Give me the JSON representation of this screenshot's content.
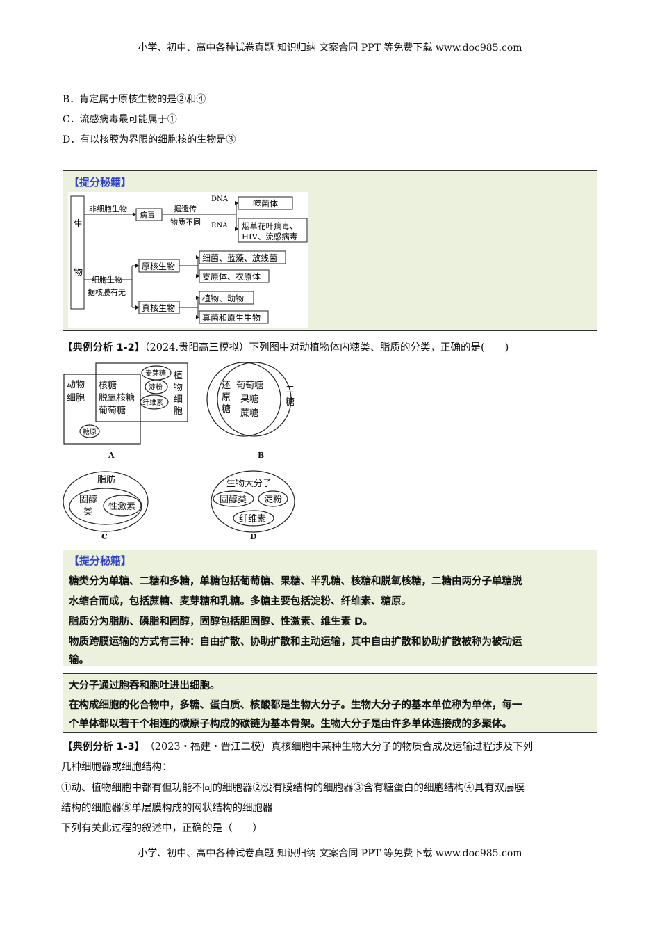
{
  "header": "小学、初中、高中各种试卷真题 知识归纳 文案合同 PPT 等免费下载   www.doc985.com",
  "footer": "小学、初中、高中各种试卷真题 知识归纳 文案合同 PPT 等免费下载   www.doc985.com",
  "options_prev": [
    "B．肯定属于原核生物的是②和④",
    "C．流感病毒最可能属于①",
    "D．有以核膜为界限的细胞核的生物是③"
  ],
  "tip1": {
    "title": "【提分秘籍】",
    "diagram": {
      "root": "生物",
      "non_cell": "非细胞生物",
      "virus": "病毒",
      "by_genetic": "据遗传",
      "by_genetic2": "物质不同",
      "dna": "DNA",
      "rna": "RNA",
      "phage": "噬菌体",
      "rna_virus1": "烟草花叶病毒、",
      "rna_virus2": "HIV、流感病毒",
      "cell": "细胞生物",
      "by_membrane": "据核膜有无",
      "prokaryote": "原核生物",
      "pro_items1": "细菌、蓝藻、放线菌",
      "pro_items2": "支原体、衣原体",
      "eukaryote": "真核生物",
      "euk_items1": "植物、动物",
      "euk_items2": "真菌和原生生物"
    }
  },
  "q12": {
    "head": "【典例分析 1-2】",
    "text": "（2024.贵阳高三模拟）下列图中对动植物体内糖类、脂质的分类，正确的是(　　)"
  },
  "figA": {
    "animal1": "动物",
    "animal2": "细胞",
    "shared1": "核糖",
    "shared2": "脱氧核糖",
    "shared3": "葡萄糖",
    "plant1": "植",
    "plant2": "物",
    "plant3": "细",
    "plant4": "胞",
    "maltose": "麦芽糖",
    "starch": "淀粉",
    "cellulose": "纤维素",
    "glycogen": "糖原",
    "label": "A"
  },
  "figB": {
    "left1": "还",
    "left2": "原",
    "left3": "糖",
    "mid1": "葡萄糖",
    "mid2": "果糖",
    "mid3": "蔗糖",
    "right1": "二",
    "right2": "糖",
    "label": "B"
  },
  "figC": {
    "outer": "脂肪",
    "sterol1": "固醇",
    "sterol2": "类",
    "sex": "性激素",
    "label": "C"
  },
  "figD": {
    "outer": "生物大分子",
    "sterol": "固醇类",
    "starch": "淀粉",
    "cellulose": "纤维素",
    "label": "D"
  },
  "tip2": {
    "title": "【提分秘籍】",
    "lines": [
      "糖类分为单糖、二糖和多糖，单糖包括葡萄糖、果糖、半乳糖、核糖和脱氧核糖，二糖由两分子单糖脱",
      "水缩合而成，包括蔗糖、麦芽糖和乳糖。多糖主要包括淀粉、纤维素、糖原。",
      "脂质分为脂肪、磷脂和固醇，固醇包括胆固醇、性激素、维生素 D。",
      "物质跨膜运输的方式有三种：自由扩散、协助扩散和主动运输，其中自由扩散和协助扩散被称为被动运",
      "输。"
    ]
  },
  "tip3": {
    "lines": [
      "大分子通过胞吞和胞吐进出细胞。",
      "在构成细胞的化合物中，多糖、蛋白质、核酸都是生物大分子。生物大分子的基本单位称为单体，每一",
      "个单体都以若干个相连的碳原子构成的碳链为基本骨架。生物大分子是由许多单体连接成的多聚体。"
    ]
  },
  "q13": {
    "head": "【典例分析 1-3】",
    "line1": "　（2023・福建・晋江二模）真核细胞中某种生物大分子的物质合成及运输过程涉及下列",
    "line2": "几种细胞器或细胞结构：",
    "line3": "①动、植物细胞中都有但功能不同的细胞器②没有膜结构的细胞器③含有糖蛋白的细胞结构④具有双层膜",
    "line4": "结构的细胞器⑤单层膜构成的网状结构的细胞器",
    "line5": "下列有关此过程的叙述中，正确的是（　　）"
  }
}
